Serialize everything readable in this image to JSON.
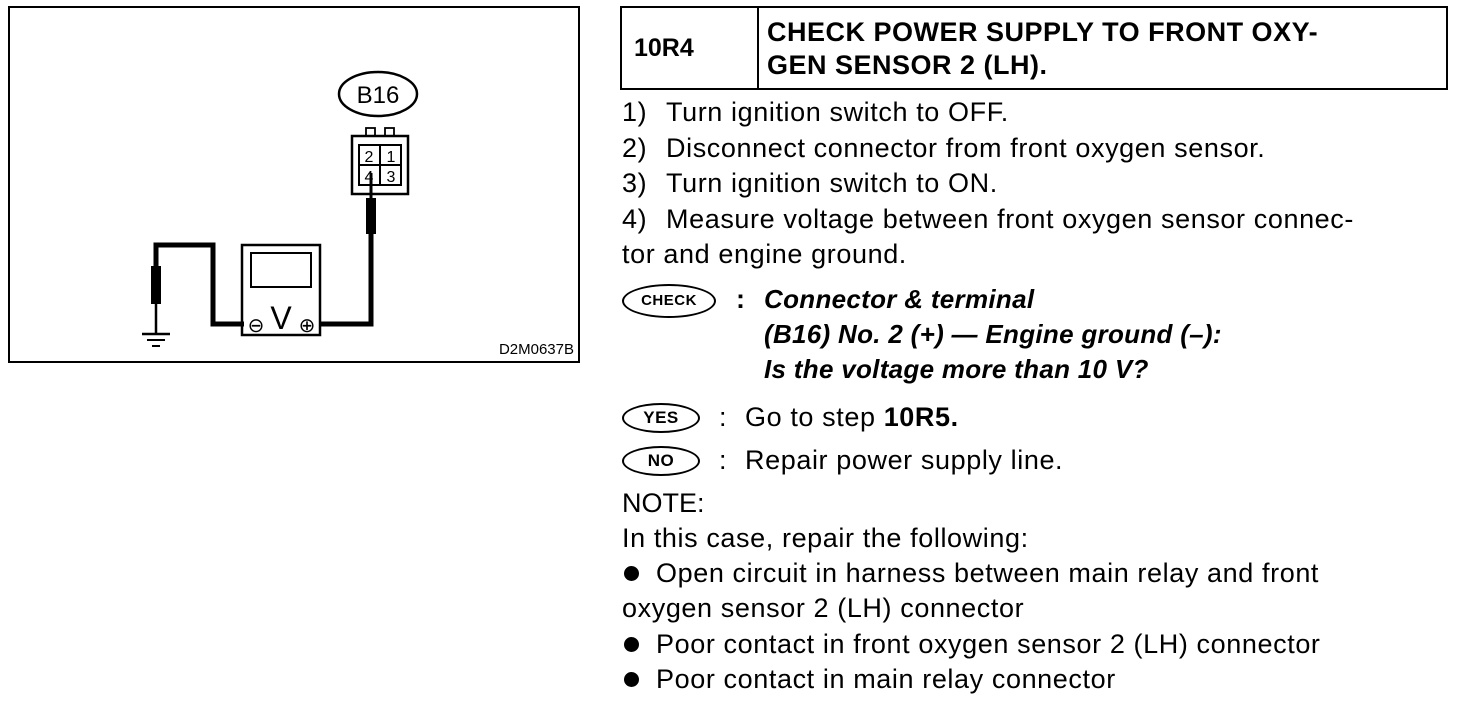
{
  "figure": {
    "connector_label": "B16",
    "pins": [
      "2",
      "1",
      "4",
      "3"
    ],
    "meter_symbol": "V",
    "neg_symbol": "⊖",
    "pos_symbol": "⊕",
    "code": "D2M0637B"
  },
  "step": {
    "id": "10R4",
    "title_line1": "CHECK POWER SUPPLY TO FRONT OXY-",
    "title_line2": "GEN SENSOR 2 (LH)."
  },
  "instructions": [
    {
      "num": "1)",
      "text": "Turn ignition switch to OFF."
    },
    {
      "num": "2)",
      "text": "Disconnect connector from front oxygen sensor."
    },
    {
      "num": "3)",
      "text": "Turn ignition switch to ON."
    },
    {
      "num": "4)",
      "text": "Measure voltage between front oxygen sensor connec-"
    }
  ],
  "instruction4_cont": "tor and engine ground.",
  "check": {
    "badge": "CHECK",
    "colon": ":",
    "line1": "Connector & terminal",
    "line2": "(B16) No. 2 (+) — Engine ground (–):",
    "line3": "Is the voltage more than 10 V?"
  },
  "yes": {
    "badge": "YES",
    "colon": ":",
    "text": "Go to step ",
    "target": "10R5."
  },
  "no": {
    "badge": "NO",
    "colon": ":",
    "text": "Repair power supply line."
  },
  "note": {
    "heading": "NOTE:",
    "intro": "In this case, repair the following:",
    "items": [
      "Open circuit in harness between main relay and front",
      "Poor contact in front oxygen sensor 2 (LH) connector",
      "Poor contact in main relay connector"
    ],
    "item1_cont": "oxygen sensor 2 (LH) connector"
  }
}
